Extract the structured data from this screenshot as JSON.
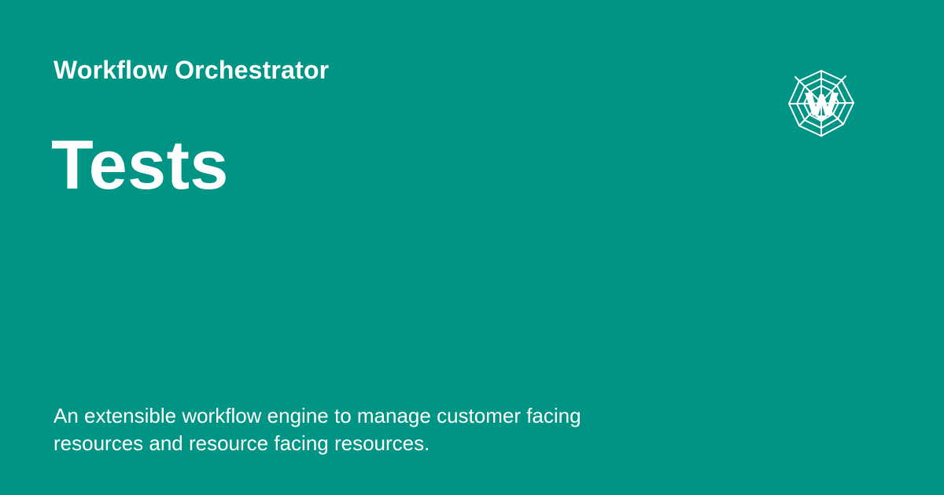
{
  "header": {
    "site_name": "Workflow Orchestrator",
    "page_title": "Tests"
  },
  "footer": {
    "description": "An extensible workflow engine to manage customer facing resources and resource facing resources."
  },
  "logo": {
    "icon": "spiderweb-w-logo-icon"
  },
  "colors": {
    "background": "#009485",
    "text": "#ffffff"
  }
}
